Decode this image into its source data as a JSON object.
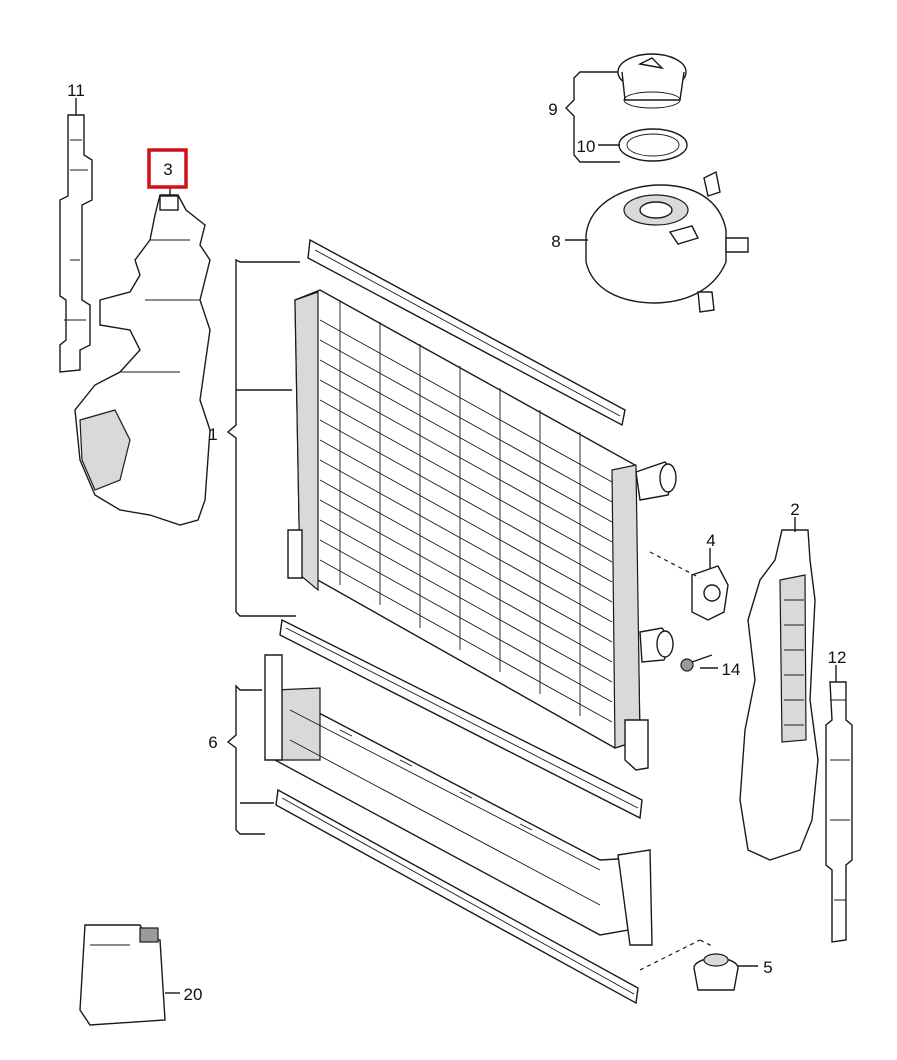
{
  "diagram": {
    "highlight_color": "#d0111b",
    "highlighted_callout": "3",
    "callouts": [
      {
        "id": "c1",
        "text": "1"
      },
      {
        "id": "c2",
        "text": "2"
      },
      {
        "id": "c3",
        "text": "3"
      },
      {
        "id": "c4",
        "text": "4"
      },
      {
        "id": "c5",
        "text": "5"
      },
      {
        "id": "c6",
        "text": "6"
      },
      {
        "id": "c8",
        "text": "8"
      },
      {
        "id": "c9",
        "text": "9"
      },
      {
        "id": "c10",
        "text": "10"
      },
      {
        "id": "c11",
        "text": "11"
      },
      {
        "id": "c12",
        "text": "12"
      },
      {
        "id": "c14",
        "text": "14"
      },
      {
        "id": "c20",
        "text": "20"
      }
    ]
  }
}
